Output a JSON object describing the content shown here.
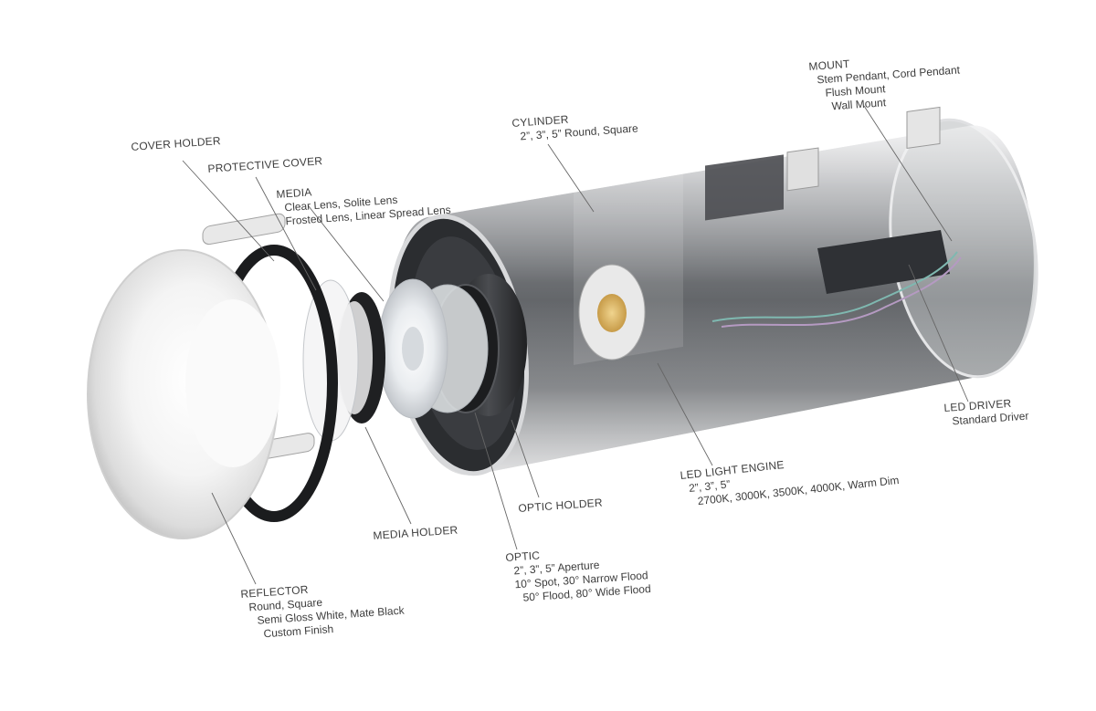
{
  "callouts": {
    "cover_holder": {
      "title": "COVER HOLDER",
      "lines": []
    },
    "protective_cover": {
      "title": "PROTECTIVE COVER",
      "lines": []
    },
    "media": {
      "title": "MEDIA",
      "lines": [
        "Clear Lens, Solite Lens",
        "Frosted Lens, Linear Spread Lens"
      ]
    },
    "cylinder": {
      "title": "CYLINDER",
      "lines": [
        "2”, 3”, 5” Round, Square"
      ]
    },
    "mount": {
      "title": "MOUNT",
      "lines": [
        "Stem Pendant, Cord Pendant",
        "Flush Mount",
        "Wall Mount"
      ]
    },
    "led_driver": {
      "title": "LED DRIVER",
      "lines": [
        "Standard Driver"
      ]
    },
    "led_light_engine": {
      "title": "LED LIGHT ENGINE",
      "lines": [
        "2”, 3”, 5”",
        "2700K, 3000K, 3500K, 4000K, Warm Dim"
      ]
    },
    "optic_holder": {
      "title": "OPTIC HOLDER",
      "lines": []
    },
    "media_holder": {
      "title": "MEDIA HOLDER",
      "lines": []
    },
    "optic": {
      "title": "OPTIC",
      "lines": [
        "2”, 3”, 5” Aperture",
        "10° Spot, 30° Narrow Flood",
        "50° Flood, 80° Wide Flood"
      ]
    },
    "reflector": {
      "title": "REFLECTOR",
      "lines": [
        "Round, Square",
        "Semi Gloss White, Mate Black",
        "Custom Finish"
      ]
    }
  },
  "colors": {
    "label_text": "#3d3d3d",
    "leader_line": "#666666",
    "cylinder_dark": "#2a2c2f",
    "reflector_white": "#f2f2f2",
    "led_yellow": "#d9b867"
  }
}
